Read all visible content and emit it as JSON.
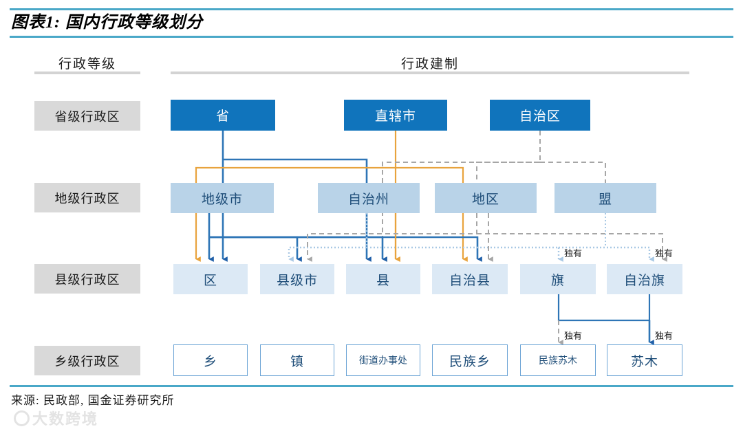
{
  "title": "图表1: 国内行政等级划分",
  "column_headers": [
    {
      "label": "行政等级"
    },
    {
      "label": "行政建制"
    }
  ],
  "row_labels": [
    {
      "label": "省级行政区"
    },
    {
      "label": "地级行政区"
    },
    {
      "label": "县级行政区"
    },
    {
      "label": "乡级行政区"
    }
  ],
  "nodes": {
    "level1": [
      {
        "label": "省"
      },
      {
        "label": "直辖市"
      },
      {
        "label": "自治区"
      }
    ],
    "level2": [
      {
        "label": "地级市"
      },
      {
        "label": "自治州"
      },
      {
        "label": "地区"
      },
      {
        "label": "盟"
      }
    ],
    "level3": [
      {
        "label": "区"
      },
      {
        "label": "县级市"
      },
      {
        "label": "县"
      },
      {
        "label": "自治县"
      },
      {
        "label": "旗"
      },
      {
        "label": "自治旗"
      }
    ],
    "level4": [
      {
        "label": "乡"
      },
      {
        "label": "镇"
      },
      {
        "label": "街道办事处"
      },
      {
        "label": "民族乡"
      },
      {
        "label": "民族苏木"
      },
      {
        "label": "苏木"
      }
    ]
  },
  "annotations": [
    {
      "label": "独有"
    },
    {
      "label": "独有"
    },
    {
      "label": "独有"
    },
    {
      "label": "独有"
    }
  ],
  "source": "来源: 民政部, 国金证券研究所",
  "watermark": "大数跨境",
  "colors": {
    "rule_teal": "#4aa8c8",
    "header_rule_gray": "#d3d3d3",
    "row_label_bg": "#d9d9d9",
    "level1_fill": "#1074bc",
    "level2_fill": "#b9d3e8",
    "level3_fill": "#dce9f5",
    "level4_border": "#6aa3d5",
    "node_text_blue": "#1f4e79",
    "link_blue": "#2e75b6",
    "link_blue_dark": "#1f5fa8",
    "link_orange": "#e8a33d",
    "link_gray": "#a6a6a6",
    "link_lightblue": "#a8c8e4"
  }
}
